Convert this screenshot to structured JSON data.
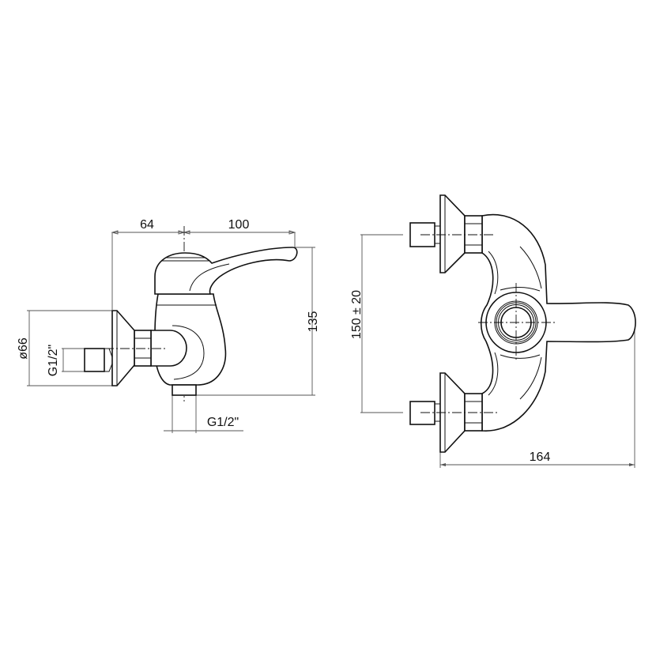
{
  "side_view": {
    "dim_wall_to_axis": "64",
    "dim_axis_to_lever": "100",
    "dim_height": "135",
    "dim_flange_diameter": "ø66",
    "dim_inlet_thread": "G1/2\"",
    "dim_outlet_thread": "G1/2\""
  },
  "top_view": {
    "dim_inlet_spacing": "150 ± 20",
    "dim_overall_width": "164"
  }
}
